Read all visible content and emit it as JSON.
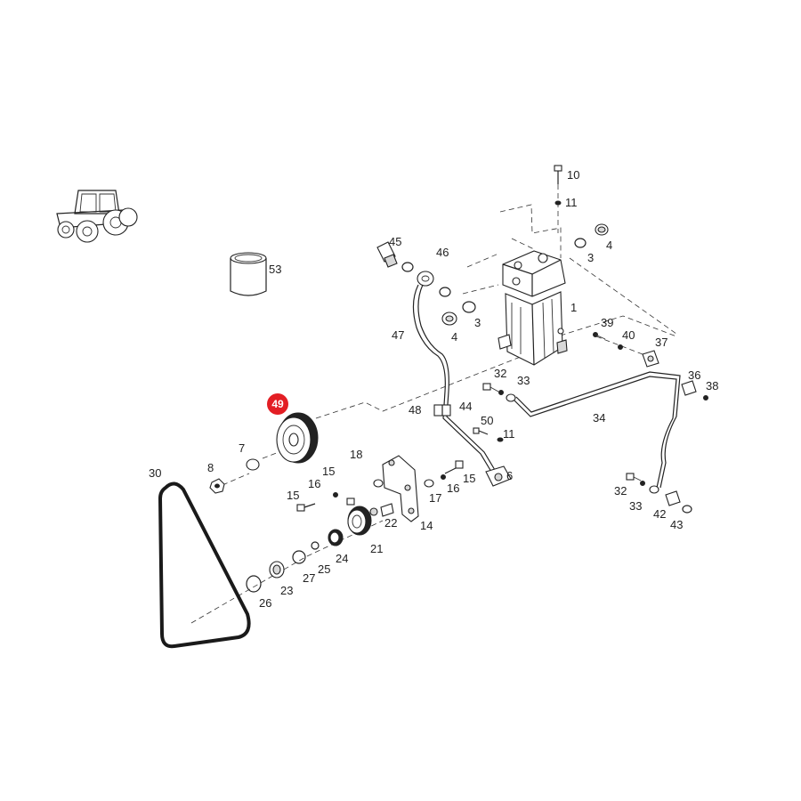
{
  "highlight": {
    "label": "49",
    "color": "#e31e24"
  },
  "colors": {
    "line": "#222222",
    "background": "#ffffff"
  },
  "icons": {
    "tractor": "tractor-icon",
    "can": "can-icon"
  },
  "callouts": [
    {
      "id": "10",
      "text": "10"
    },
    {
      "id": "11a",
      "text": "11"
    },
    {
      "id": "4a",
      "text": "4"
    },
    {
      "id": "3a",
      "text": "3"
    },
    {
      "id": "45",
      "text": "45"
    },
    {
      "id": "46",
      "text": "46"
    },
    {
      "id": "53",
      "text": "53"
    },
    {
      "id": "1",
      "text": "1"
    },
    {
      "id": "3b",
      "text": "3"
    },
    {
      "id": "4b",
      "text": "4"
    },
    {
      "id": "47",
      "text": "47"
    },
    {
      "id": "39",
      "text": "39"
    },
    {
      "id": "40",
      "text": "40"
    },
    {
      "id": "37",
      "text": "37"
    },
    {
      "id": "32a",
      "text": "32"
    },
    {
      "id": "33a",
      "text": "33"
    },
    {
      "id": "36",
      "text": "36"
    },
    {
      "id": "38",
      "text": "38"
    },
    {
      "id": "48",
      "text": "48"
    },
    {
      "id": "44",
      "text": "44"
    },
    {
      "id": "34",
      "text": "34"
    },
    {
      "id": "50",
      "text": "50"
    },
    {
      "id": "11b",
      "text": "11"
    },
    {
      "id": "7",
      "text": "7"
    },
    {
      "id": "8",
      "text": "8"
    },
    {
      "id": "30",
      "text": "30"
    },
    {
      "id": "18",
      "text": "18"
    },
    {
      "id": "15a",
      "text": "15"
    },
    {
      "id": "16a",
      "text": "16"
    },
    {
      "id": "15b",
      "text": "15"
    },
    {
      "id": "6",
      "text": "6"
    },
    {
      "id": "15c",
      "text": "15"
    },
    {
      "id": "16b",
      "text": "16"
    },
    {
      "id": "17",
      "text": "17"
    },
    {
      "id": "22",
      "text": "22"
    },
    {
      "id": "14",
      "text": "14"
    },
    {
      "id": "21",
      "text": "21"
    },
    {
      "id": "24",
      "text": "24"
    },
    {
      "id": "27",
      "text": "27"
    },
    {
      "id": "25",
      "text": "25"
    },
    {
      "id": "23",
      "text": "23"
    },
    {
      "id": "26",
      "text": "26"
    },
    {
      "id": "32b",
      "text": "32"
    },
    {
      "id": "33b",
      "text": "33"
    },
    {
      "id": "42",
      "text": "42"
    },
    {
      "id": "43",
      "text": "43"
    }
  ]
}
